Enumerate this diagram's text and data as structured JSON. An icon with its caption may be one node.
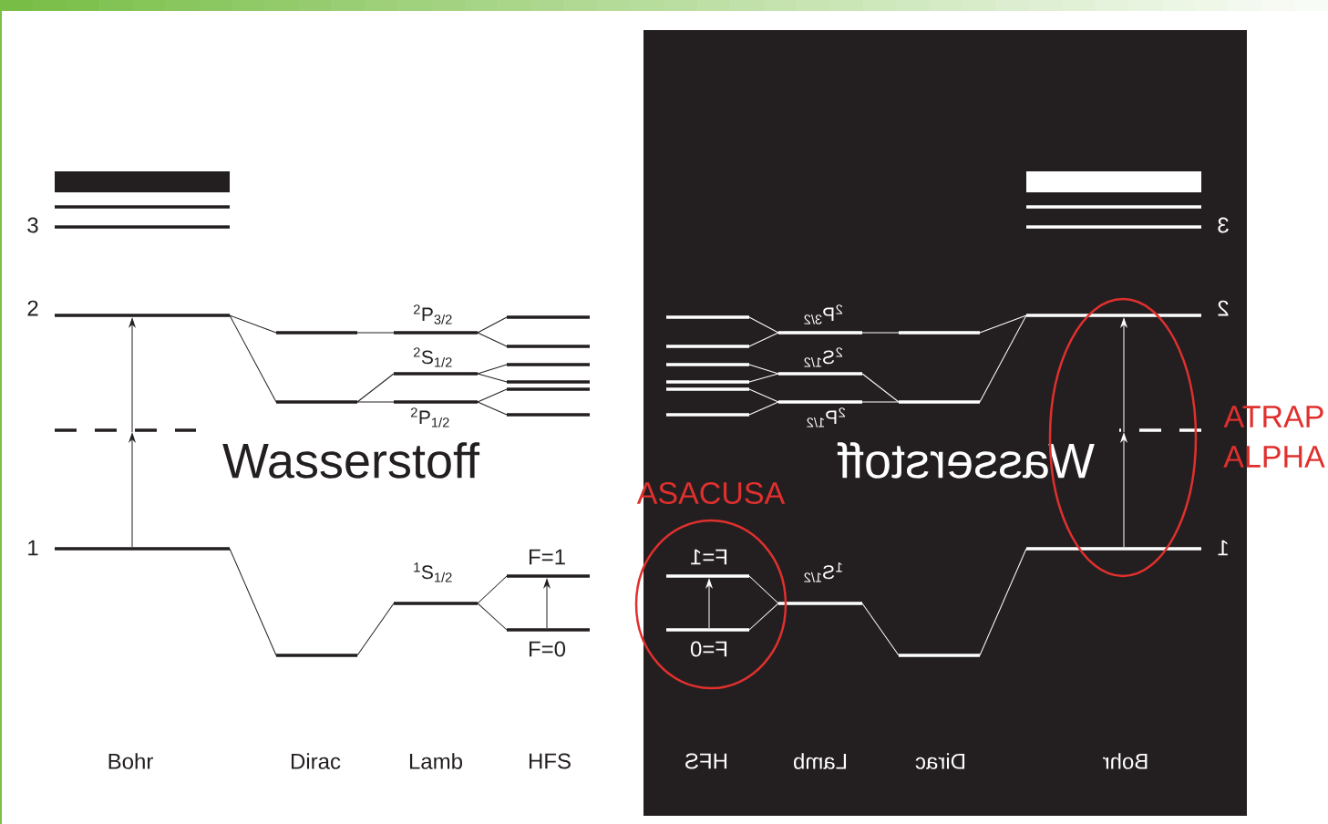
{
  "diagram": {
    "labels": [
      "3",
      "2",
      "1",
      "$^{2}$P$_{3/2}$",
      "$^{2}$S$_{1/2}$",
      "$^{2}$P$_{1/2}$",
      "Wasserstoff",
      "$^{1}$S$_{1/2}$",
      "F=1",
      "F=0",
      "Bohr",
      "Dirac",
      "Lamb",
      "HFS",
      "3",
      "2",
      "1",
      "$^{2}$P$_{3/2}$",
      "$^{2}$S$_{1/2}$",
      "$^{2}$P$_{1/2}$",
      "Wasserstoff",
      "$^{1}$S$_{1/2}$",
      "F=1",
      "F=0",
      "Bohr",
      "Dirac",
      "Lamb",
      "HFS",
      "ASACUSA",
      "ATRAP",
      "ALPHA"
    ]
  }
}
